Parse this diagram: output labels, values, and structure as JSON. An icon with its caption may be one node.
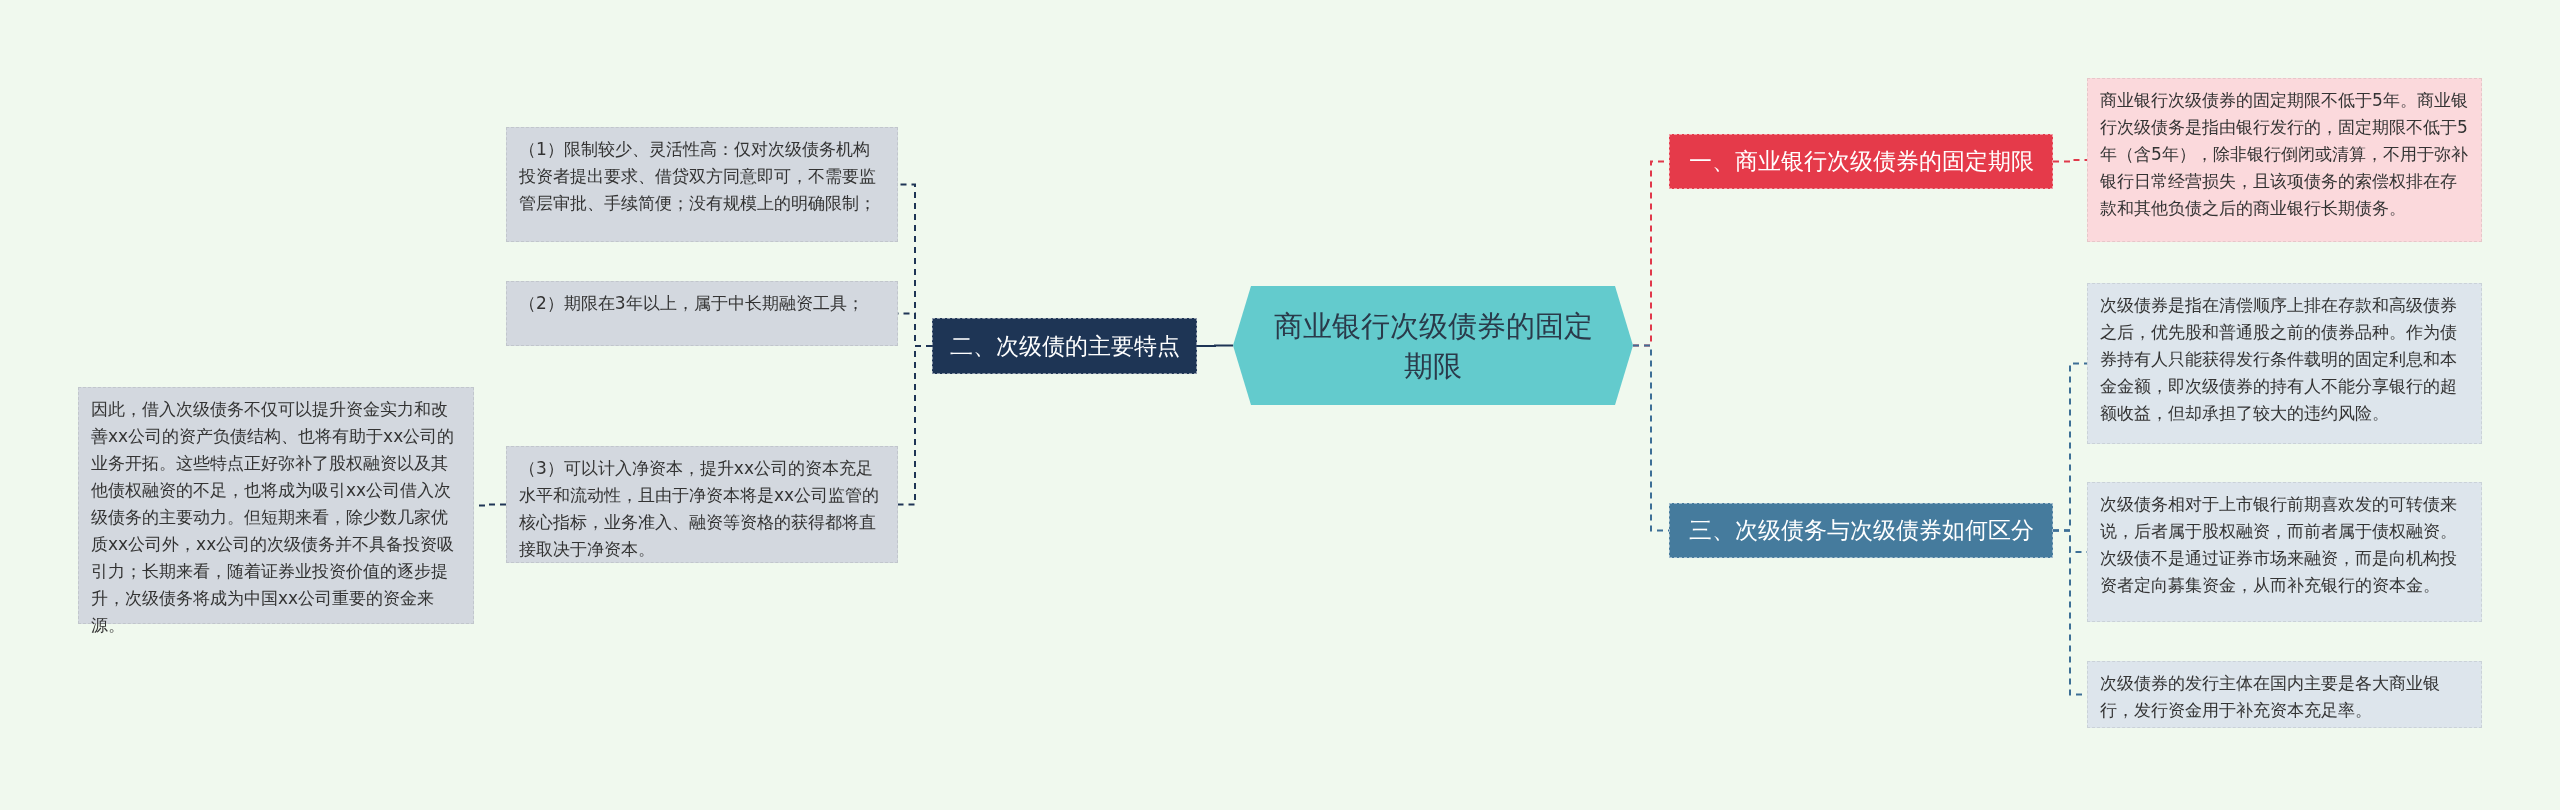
{
  "diagram": {
    "nodes": [
      {
        "text": [
          "商业银行次级债券的固定期限"
        ]
      },
      {
        "text": [
          "一、商业银行次级债券的固定期限"
        ]
      },
      {
        "text": [
          "商业银行次级债券的固定期限不低于5年。商业银行次级债务是指由银行发行的，固定期限不低于5年（含5年），除非银行倒闭或清算，不用于弥补银行日常经营损失，且该项债务的索偿权排在存款和其他负债之后的商业银行长期债务。"
        ]
      },
      {
        "text": [
          "二、次级债的主要特点"
        ]
      },
      {
        "text": [
          "（1）限制较少、灵活性高：仅对次级债务机构投资者提出要求、借贷双方同意即可，不需要监管层审批、手续简便；没有规模上的明确限制；"
        ]
      },
      {
        "text": [
          "（2）期限在3年以上，属于中长期融资工具；"
        ]
      },
      {
        "text": [
          "（3）可以计入净资本，提升xx公司的资本充足水平和流动性，且由于净资本将是xx公司监管的核心指标，业务准入、融资等资格的获得都将直接取决于净资本。"
        ]
      },
      {
        "text": [
          "因此，借入次级债务不仅可以提升资金实力和改善xx公司的资产负债结构、也将有助于xx公司的业务开拓。这些特点正好弥补了股权融资以及其他债权融资的不足，也将成为吸引xx公司借入次级债务的主要动力。但短期来看，除少数几家优质xx公司外，xx公司的次级债务并不具备投资吸引力；长期来看，随着证券业投资价值的逐步提升，次级债务将成为中国xx公司重要的资金来源。"
        ]
      },
      {
        "text": [
          "三、次级债务与次级债券如何区分"
        ]
      },
      {
        "text": [
          "次级债券是指在清偿顺序上排在存款和高级债券之后，优先股和普通股之前的债券品种。作为债券持有人只能获得发行条件载明的固定利息和本金金额，即次级债券的持有人不能分享银行的超额收益，但却承担了较大的违约风险。"
        ]
      },
      {
        "text": [
          "次级债务相对于上市银行前期喜欢发的可转债来说，后者属于股权融资，而前者属于债权融资。次级债不是通过证券市场来融资，而是向机构投资者定向募集资金，从而补充银行的资本金。"
        ]
      },
      {
        "text": [
          "次级债券的发行主体在国内主要是各大商业银行，发行资金用于补充资本充足率。"
        ]
      }
    ],
    "edges": [
      {
        "from": 0,
        "to": 1,
        "arrow": "none",
        "style": "dashed",
        "color": "#e0394a"
      },
      {
        "from": 1,
        "to": 2,
        "arrow": "none",
        "style": "dashed",
        "color": "#e0394a"
      },
      {
        "from": 0,
        "to": 3,
        "arrow": "none",
        "color": "#1e3555"
      },
      {
        "from": 3,
        "to": 4,
        "arrow": "none",
        "style": "dashed",
        "color": "#1e3555"
      },
      {
        "from": 3,
        "to": 5,
        "arrow": "none",
        "style": "dashed",
        "color": "#1e3555"
      },
      {
        "from": 3,
        "to": 6,
        "arrow": "none",
        "style": "dashed",
        "color": "#1e3555"
      },
      {
        "from": 6,
        "to": 7,
        "arrow": "none",
        "style": "dashed",
        "color": "#1e3555"
      },
      {
        "from": 0,
        "to": 8,
        "arrow": "none",
        "style": "dashed",
        "color": "#3d6f96"
      },
      {
        "from": 8,
        "to": 9,
        "arrow": "none",
        "style": "dashed",
        "color": "#3d6f96"
      },
      {
        "from": 8,
        "to": 10,
        "arrow": "none",
        "style": "dashed",
        "color": "#3d6f96"
      },
      {
        "from": 8,
        "to": 11,
        "arrow": "none",
        "style": "dashed",
        "color": "#3d6f96"
      }
    ]
  }
}
